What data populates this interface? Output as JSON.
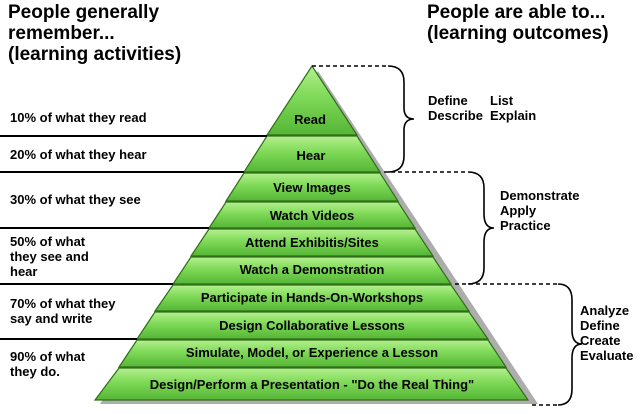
{
  "headings": {
    "left": [
      "People generally",
      "remember...",
      "(learning activities)"
    ],
    "right": [
      "People are able to...",
      "(learning outcomes)"
    ]
  },
  "retention_labels": [
    [
      "10% of what they read"
    ],
    [
      "20% of what they hear"
    ],
    [
      "30% of what they see"
    ],
    [
      "50% of what",
      "they see and",
      "hear"
    ],
    [
      "70% of what they",
      "say and write"
    ],
    [
      "90% of what",
      "they do."
    ]
  ],
  "pyramid_layers": [
    "Read",
    "Hear",
    "View Images",
    "Watch Videos",
    "Attend Exhibitis/Sites",
    "Watch a Demonstration",
    "Participate in Hands-On-Workshops",
    "Design Collaborative Lessons",
    "Simulate, Model, or Experience a Lesson",
    "Design/Perform a Presentation - \"Do the Real Thing\""
  ],
  "outcomes": {
    "group1": {
      "line1a": "Define",
      "line1b": "List",
      "line2a": "Describe",
      "line2b": "Explain"
    },
    "group2": [
      "Demonstrate",
      "Apply",
      "Practice"
    ],
    "group3": [
      "Analyze",
      "Define",
      "Create",
      "Evaluate"
    ]
  },
  "colors": {
    "pyramid_fill": "#7ed957",
    "pyramid_dark": "#3e8e1f",
    "text": "#000000"
  }
}
